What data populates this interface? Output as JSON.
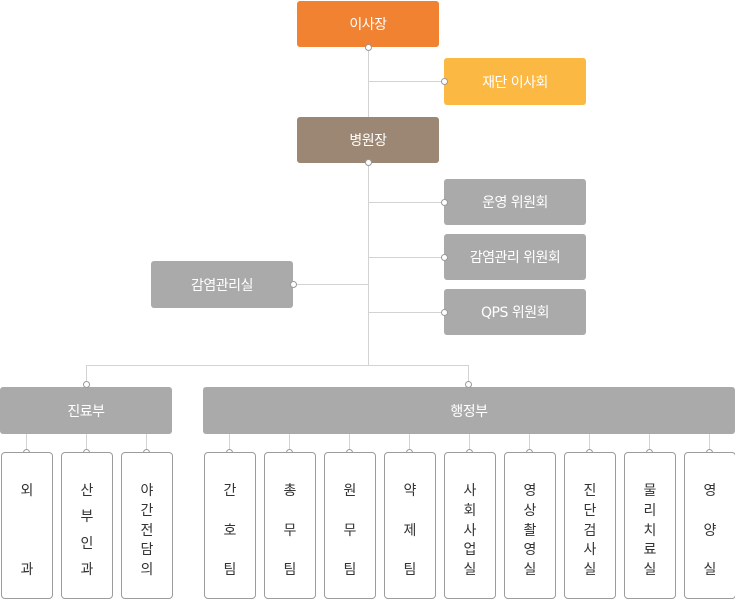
{
  "org": {
    "chairman": "이사장",
    "board": "재단 이사회",
    "director": "병원장",
    "committees": [
      "운영 위원회",
      "감염관리 위원회",
      "QPS 위원회"
    ],
    "infection_office": "감염관리실",
    "medical_dept": "진료부",
    "admin_dept": "행정부",
    "medical_units": [
      {
        "name": "외과",
        "chars": [
          "외",
          "과"
        ]
      },
      {
        "name": "산부인과",
        "chars": [
          "산",
          "부",
          "인",
          "과"
        ]
      },
      {
        "name": "야간전담의",
        "chars": [
          "야",
          "간",
          "전",
          "담",
          "의"
        ]
      }
    ],
    "admin_units": [
      {
        "name": "간호팀",
        "chars": [
          "간",
          "호",
          "팀"
        ]
      },
      {
        "name": "총무팀",
        "chars": [
          "총",
          "무",
          "팀"
        ]
      },
      {
        "name": "원무팀",
        "chars": [
          "원",
          "무",
          "팀"
        ]
      },
      {
        "name": "약제팀",
        "chars": [
          "약",
          "제",
          "팀"
        ]
      },
      {
        "name": "사회사업실",
        "chars": [
          "사",
          "회",
          "사",
          "업",
          "실"
        ]
      },
      {
        "name": "영상촬영실",
        "chars": [
          "영",
          "상",
          "촬",
          "영",
          "실"
        ]
      },
      {
        "name": "진단검사실",
        "chars": [
          "진",
          "단",
          "검",
          "사",
          "실"
        ]
      },
      {
        "name": "물리치료실",
        "chars": [
          "물",
          "리",
          "치",
          "료",
          "실"
        ]
      },
      {
        "name": "영양실",
        "chars": [
          "영",
          "양",
          "실"
        ]
      }
    ]
  },
  "colors": {
    "chairman": "#f08232",
    "board": "#fbb843",
    "director": "#9b8774",
    "gray_box": "#aaaaaa",
    "line": "#d3d3d3"
  }
}
